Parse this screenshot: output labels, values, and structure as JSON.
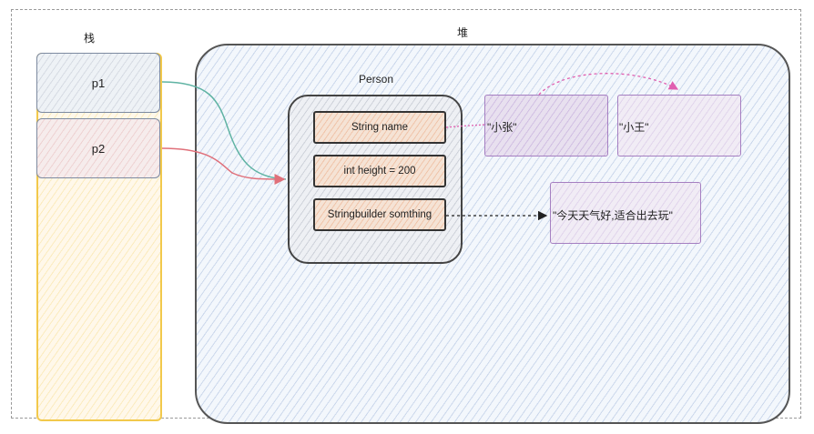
{
  "labels": {
    "stack": "栈",
    "heap": "堆",
    "person": "Person"
  },
  "stack": {
    "slots": [
      {
        "label": "p1"
      },
      {
        "label": "p2"
      }
    ]
  },
  "person": {
    "fields": [
      {
        "label": "String name"
      },
      {
        "label": "int height = 200"
      },
      {
        "label": "Stringbuilder somthing"
      }
    ]
  },
  "strings": {
    "zhang": "\"小张\"",
    "wang": "\"小王\"",
    "weather": "\"今天天气好,适合出去玩\""
  },
  "colors": {
    "stack_border": "#f2c94c",
    "p1_arrow": "#5fb3a3",
    "p2_arrow": "#e0707a",
    "string_border": "#a57fc1",
    "dashed_arrow": "#e05fb0",
    "field_fill": "#f5e3d5",
    "heap_fill": "#f3f7fc"
  }
}
